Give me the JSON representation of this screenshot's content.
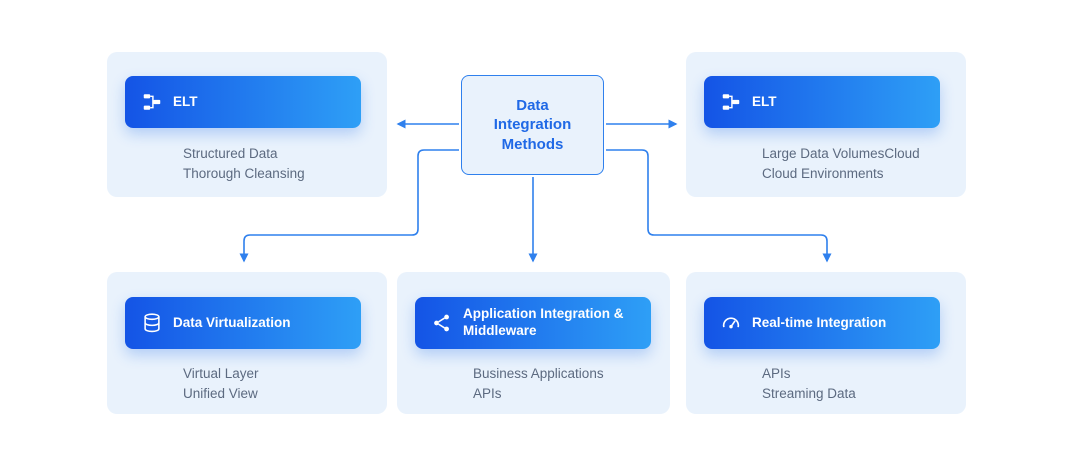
{
  "palette": {
    "accent": "#2f80ed",
    "card_bg": "#e9f2fc",
    "badge_gradient_start": "#1454e6",
    "badge_gradient_end": "#2e9ff6",
    "badge_text": "#ffffff",
    "desc_text": "#5c6a80",
    "center_text": "#2069e6"
  },
  "center_node": {
    "title": "Data Integration Methods"
  },
  "cards": [
    {
      "icon": "elt-icon",
      "badge": "ELT",
      "desc1": "Structured Data",
      "desc2": "Thorough Cleansing"
    },
    {
      "icon": "elt-icon",
      "badge": "ELT",
      "desc1": "Large Data VolumesCloud",
      "desc2": "Cloud Environments"
    },
    {
      "icon": "database-icon",
      "badge": "Data Virtualization",
      "desc1": "Virtual Layer",
      "desc2": "Unified View"
    },
    {
      "icon": "nodes-icon",
      "badge": "Application Integration & Middleware",
      "desc1": "Business Applications",
      "desc2": "APIs"
    },
    {
      "icon": "realtime-icon",
      "badge": "Real-time Integration",
      "desc1": "APIs",
      "desc2": "Streaming Data"
    }
  ]
}
